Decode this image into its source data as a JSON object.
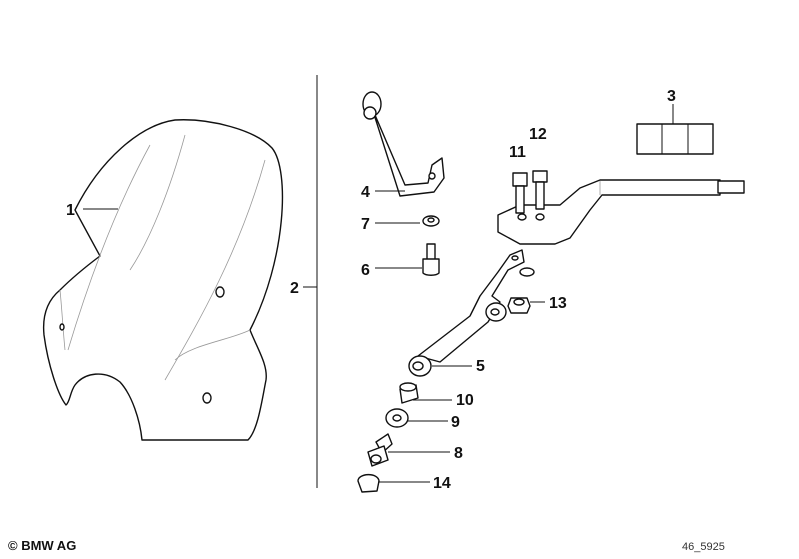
{
  "callouts": [
    "1",
    "2",
    "3",
    "4",
    "5",
    "6",
    "7",
    "8",
    "9",
    "10",
    "11",
    "12",
    "13",
    "14"
  ],
  "footer": {
    "copyright": "© BMW AG",
    "drawing_id": "46_5925"
  }
}
